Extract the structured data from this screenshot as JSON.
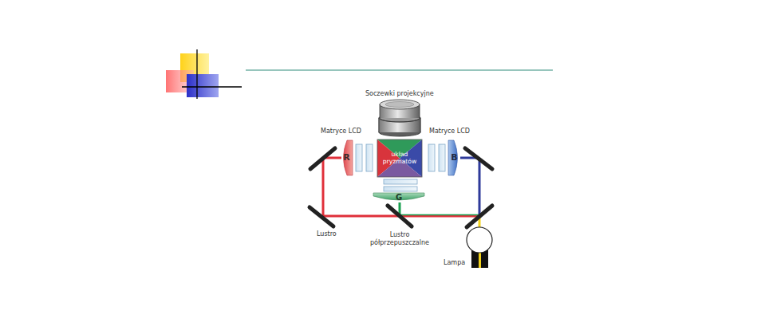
{
  "diagram": {
    "nodes": [
      {
        "text": [
          "R"
        ]
      },
      {
        "text": [
          "układ pryzmatów"
        ]
      },
      {
        "text": [
          "B"
        ]
      },
      {
        "text": [
          "G"
        ]
      }
    ],
    "labels": [
      "Soczewki projekcyjne",
      "Matryce LCD",
      "Matryce LCD",
      "Lustro",
      "Lustro półprzepuszczalne",
      "Lampa"
    ]
  }
}
